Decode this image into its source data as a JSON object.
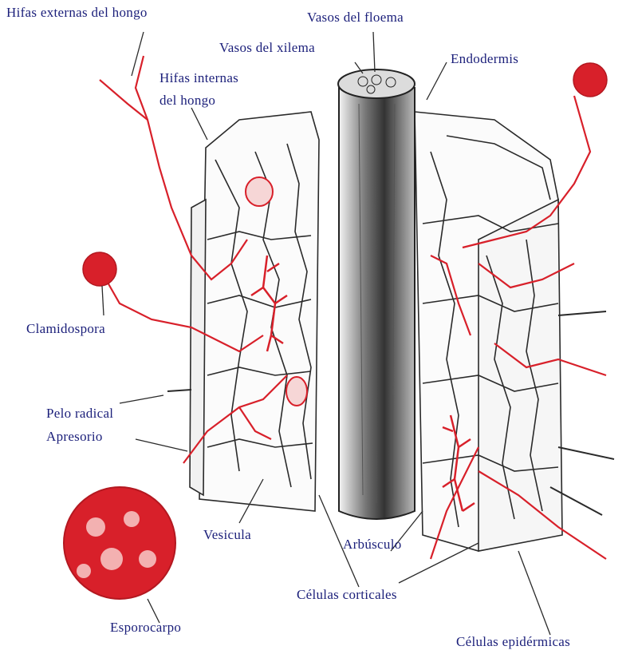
{
  "labels": {
    "hifas_externas": "Hifas externas del hongo",
    "vasos_floema": "Vasos del floema",
    "vasos_xilema": "Vasos del xilema",
    "endodermis": "Endodermis",
    "hifas_internas_1": "Hifas internas",
    "hifas_internas_2": "del hongo",
    "clamidospora": "Clamidospora",
    "pelo_radical": "Pelo radical",
    "apresorio": "Apresorio",
    "vesicula": "Vesicula",
    "arbusculo": "Arbúsculo",
    "celulas_corticales": "Células corticales",
    "esporocarpo": "Esporocarpo",
    "celulas_epidermicas": "Células epidérmicas"
  },
  "colors": {
    "label_text": "#1b1f7a",
    "fungus_red": "#d8202a",
    "tissue_ink": "#2a2a2a"
  }
}
